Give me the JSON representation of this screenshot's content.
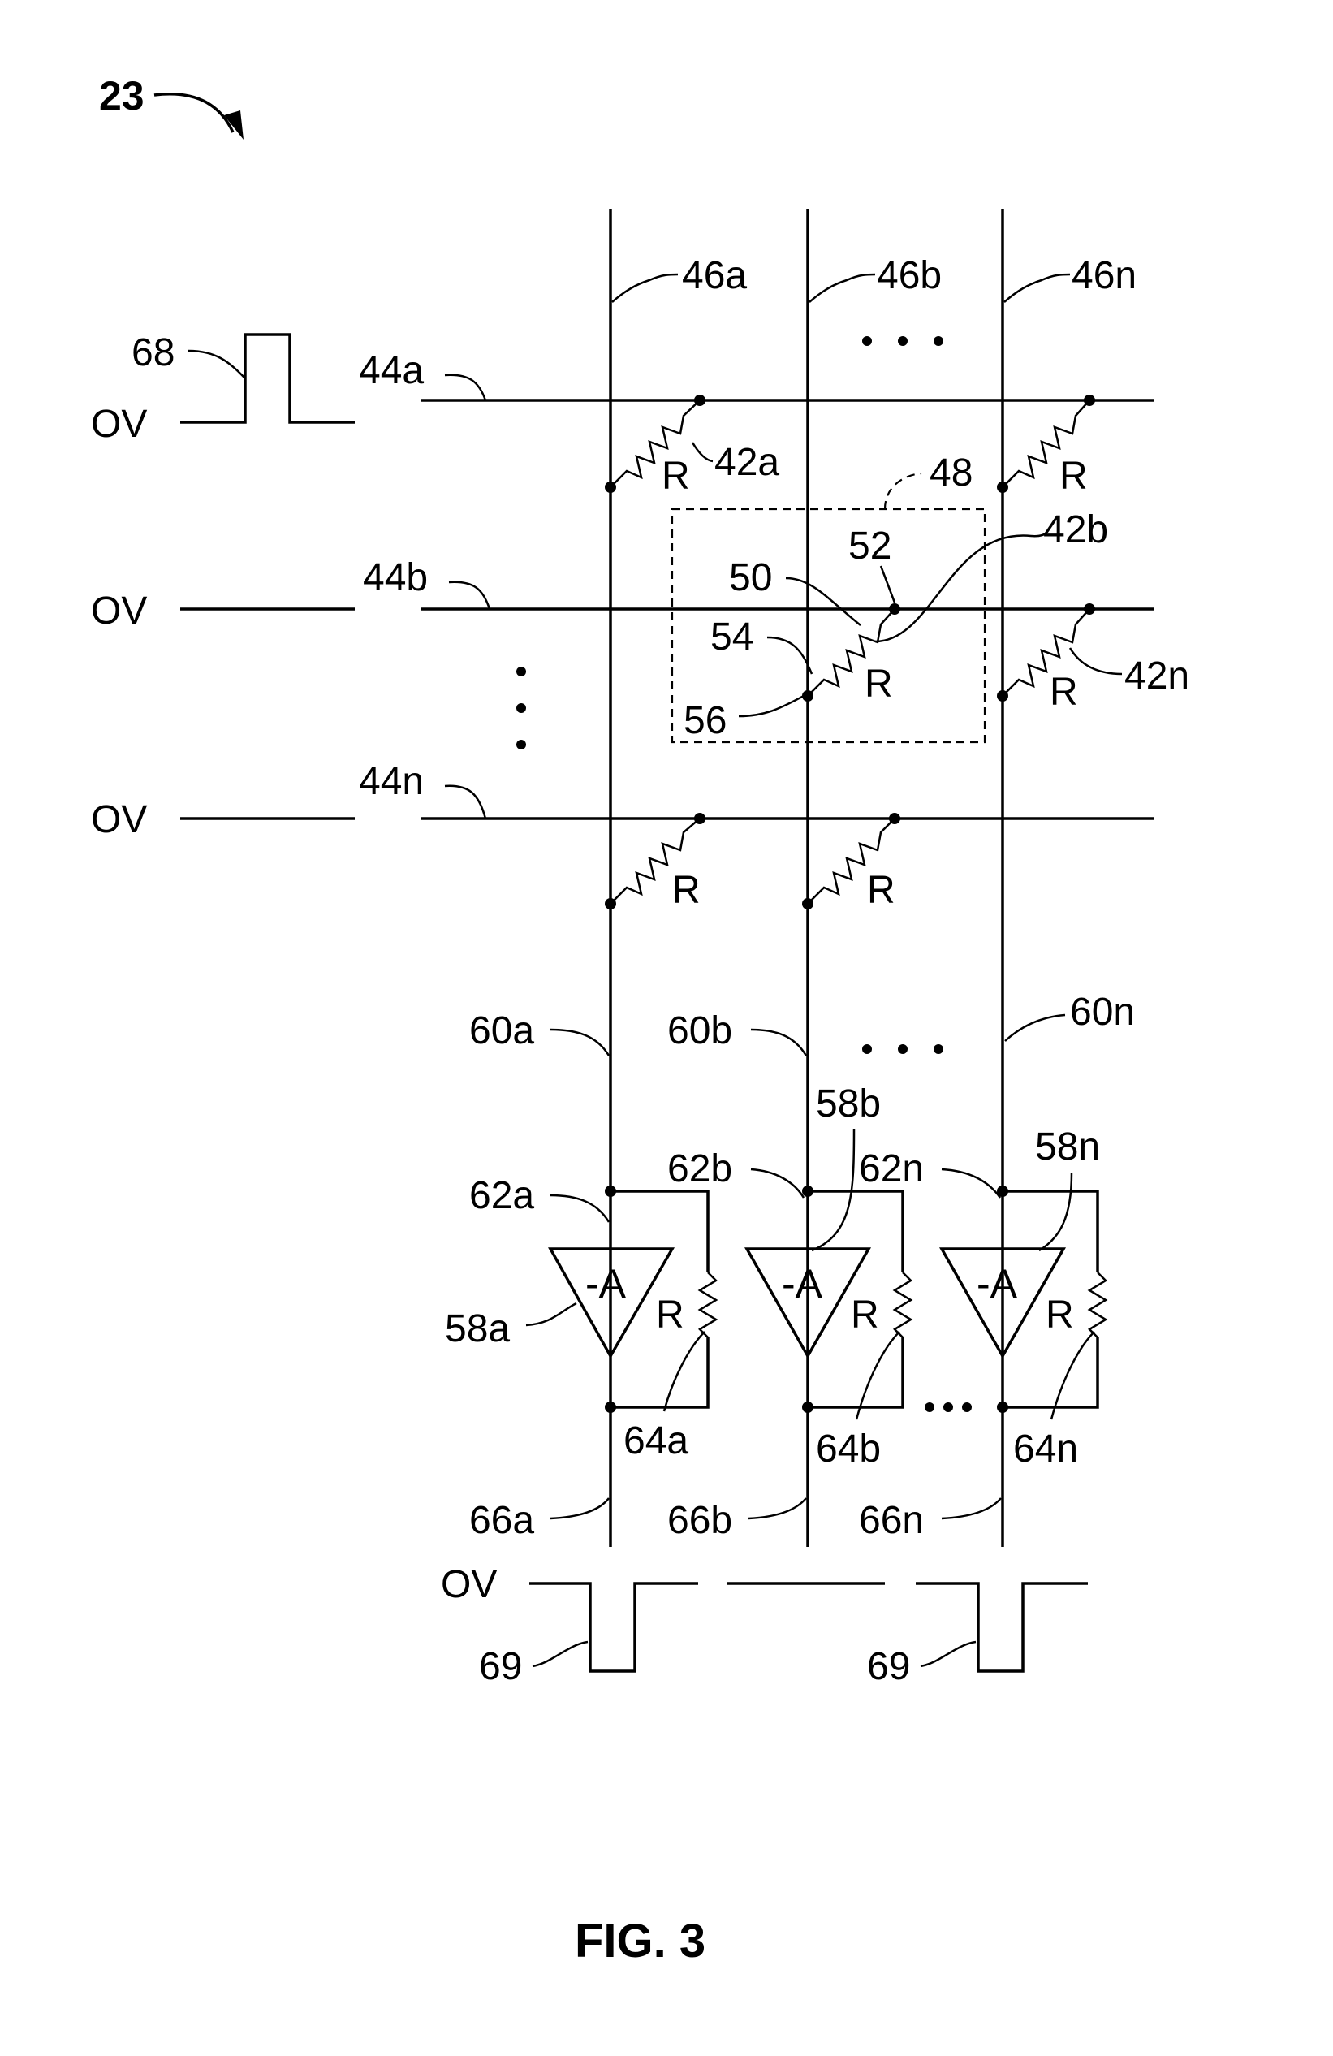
{
  "figure": {
    "id": "23",
    "caption": "FIG. 3",
    "resistor_symbol": "R",
    "amplifier_symbol": "-A",
    "voltage_label": "OV",
    "column_labels": [
      "46a",
      "46b",
      "46n"
    ],
    "row_labels": [
      "44a",
      "44b",
      "44n"
    ],
    "input_pulse_label": "68",
    "crosspoint_labels": {
      "a": "42a",
      "b": "42b",
      "n": "42n"
    },
    "cell_labels": {
      "box": "48",
      "top_node": "52",
      "top_lead": "50",
      "bottom_lead": "54",
      "bottom_node": "56"
    },
    "output_line_labels": [
      "60a",
      "60b",
      "60n"
    ],
    "node_labels": [
      "62a",
      "62b",
      "62n"
    ],
    "amplifier_labels": [
      "58a",
      "58b",
      "58n"
    ],
    "feedback_labels": [
      "64a",
      "64b",
      "64n"
    ],
    "output_labels": [
      "66a",
      "66b",
      "66n"
    ],
    "output_pulse_label": "69",
    "ellipsis": "•••"
  }
}
